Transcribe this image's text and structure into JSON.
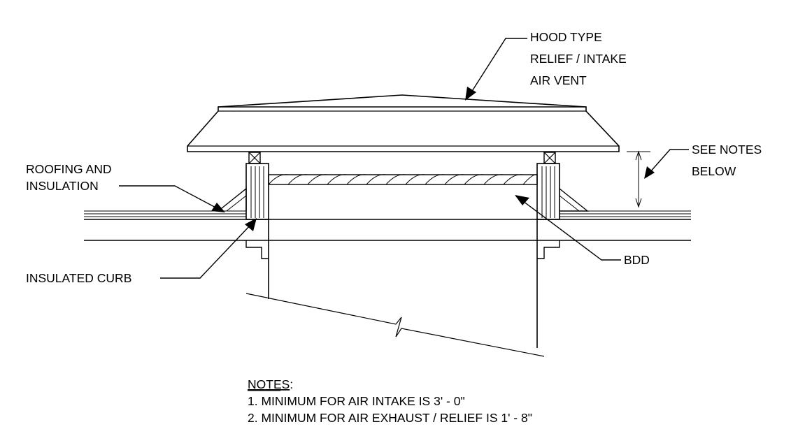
{
  "labels": {
    "hood": [
      "HOOD TYPE",
      "RELIEF / INTAKE",
      "AIR VENT"
    ],
    "see_notes": [
      "SEE NOTES",
      "BELOW"
    ],
    "roofing": [
      "ROOFING AND",
      "INSULATION"
    ],
    "curb": "INSULATED CURB",
    "bdd": "BDD"
  },
  "notes": {
    "heading": "NOTES",
    "heading_suffix": ":",
    "items": [
      "1.  MINIMUM FOR AIR INTAKE IS 3' - 0\"",
      "2.  MINIMUM FOR AIR EXHAUST / RELIEF IS 1' - 8\""
    ]
  },
  "colors": {
    "ink": "#000000",
    "paper": "#ffffff"
  }
}
